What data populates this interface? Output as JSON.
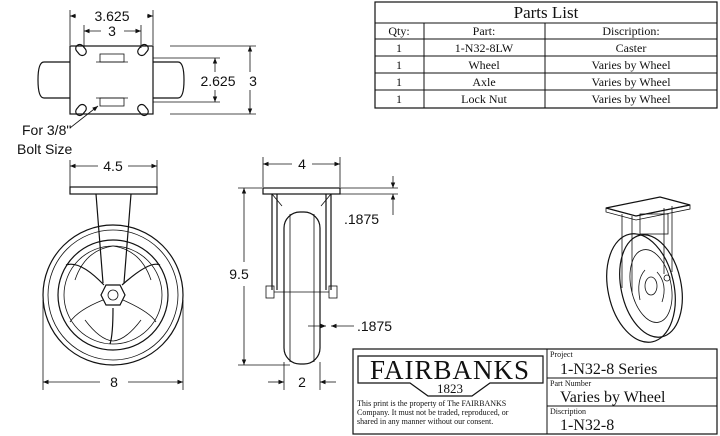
{
  "parts_list": {
    "title": "Parts List",
    "headers": [
      "Qty:",
      "Part:",
      "Discription:"
    ],
    "rows": [
      [
        "1",
        "1-N32-8LW",
        "Caster"
      ],
      [
        "1",
        "Wheel",
        "Varies by Wheel"
      ],
      [
        "1",
        "Axle",
        "Varies by Wheel"
      ],
      [
        "1",
        "Lock Nut",
        "Varies by Wheel"
      ]
    ]
  },
  "top_view": {
    "dim_outer": "3.625",
    "dim_inner": "3",
    "dim_height_inner": "2.625",
    "dim_height_outer": "3",
    "bolt_note_line1": "For 3/8\"",
    "bolt_note_line2": "Bolt Size"
  },
  "front_view": {
    "dim_top_plate": "4.5",
    "dim_wheel_diameter": "8"
  },
  "side_view": {
    "dim_top_plate": "4",
    "dim_plate_thickness": ".1875",
    "dim_height": "9.5",
    "dim_leg_thickness": ".1875",
    "dim_wheel_width": "2"
  },
  "title_block": {
    "brand": "FAIRBANKS",
    "year": "1823",
    "notice": [
      "This print is the property of The FAIRBANKS",
      "Company. It must not be traded, reproduced, or",
      "shared in any manner without our consent."
    ],
    "project_label": "Project",
    "project_value": "1-N32-8 Series",
    "part_number_label": "Part Number",
    "part_number_value": "Varies by Wheel",
    "description_label": "Discription",
    "description_value": "1-N32-8"
  }
}
